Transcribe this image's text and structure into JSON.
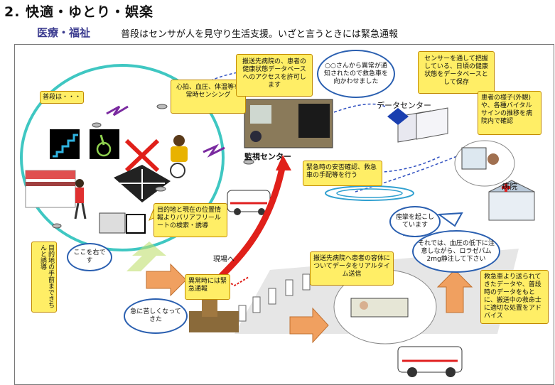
{
  "header": {
    "title": "2. 快適・ゆとり・娯楽",
    "category": "医療・福祉",
    "subtitle": "普段はセンサが人を見守り生活支援。いざと言うときには緊急通報"
  },
  "callouts": {
    "normally": "普段は・・・",
    "sensing": "心拍、血圧、体温等を常時センシング",
    "route": "目的地と現在の位置情報よりバリアフリールートの検索・誘導",
    "guide": "目的地の手前まできちんと誘導",
    "turn_right": "ここを右です",
    "hospital_access": "搬送先病院の、患者の健康状態データベースへのアクセスを許可します",
    "dispatch_bubble": "○○さんから異常が通知されたので救急車を向かわせました",
    "datacenter_note": "センサーを通して把握している、日頃の健康状態をデータベースとして保存",
    "doctor_note": "患者の様子(外観)や、各種バイタルサインの推移を病院内で確認",
    "safety": "緊急時の安否確認、救急車の手配等を行う",
    "emergency": "異常時には緊急通報",
    "suffering": "急に苦しくなってきた",
    "seizure": "痙攣を起こしています",
    "doctor_instruction": "それでは、血圧の低下に注意しながら、ロラゼパム2mg静注して下さい",
    "realtime": "搬送先病院へ患者の容体についてデータをリアルタイム送信",
    "paramedic": "救急車より送られてきたデータや、普段時のデータをもとに、搬送中の救命士に適切な処置をアドバイス"
  },
  "labels": {
    "monitoring_center": "監視センター",
    "data_center": "データセンター",
    "hospital": "病院",
    "to_scene": "現場へ"
  },
  "colors": {
    "yellow_box": "#ffee66",
    "circle": "#3fc7c2",
    "arrow_red": "#e0201a",
    "arrow_orange": "#f0a060",
    "bubble_border": "#2a5fb0"
  }
}
